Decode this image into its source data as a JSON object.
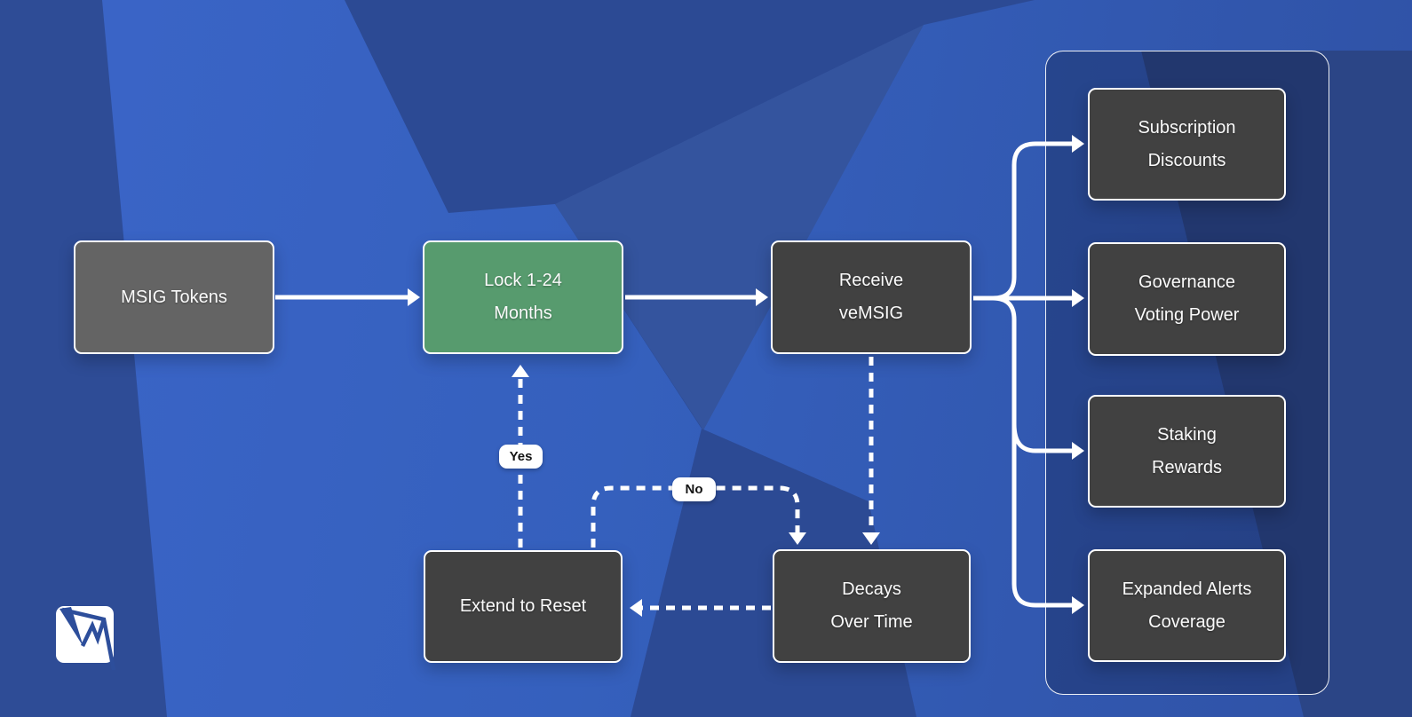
{
  "title": "veMSIG token locking flow diagram",
  "nodes": {
    "msig": {
      "line1": "MSIG Tokens",
      "line2": ""
    },
    "lock": {
      "line1": "Lock 1-24",
      "line2": "Months"
    },
    "receive": {
      "line1": "Receive",
      "line2": "veMSIG"
    },
    "extend": {
      "line1": "Extend to Reset",
      "line2": ""
    },
    "decays": {
      "line1": "Decays",
      "line2": "Over Time"
    },
    "benefit1": {
      "line1": "Subscription",
      "line2": "Discounts"
    },
    "benefit2": {
      "line1": "Governance",
      "line2": "Voting Power"
    },
    "benefit3": {
      "line1": "Staking",
      "line2": "Rewards"
    },
    "benefit4": {
      "line1": "Expanded Alerts",
      "line2": "Coverage"
    }
  },
  "decision_labels": {
    "yes": "Yes",
    "no": "No"
  },
  "colors": {
    "box_dark": "#414141",
    "box_gray": "#646464",
    "box_green": "#579b6e",
    "canvas_blue": "#3560bd",
    "backdrop_dark_blue": "#2c4a94",
    "arrow_white": "#ffffff",
    "logo_blue": "#2d4e9b"
  },
  "icons": {
    "logo": "msig-lightning-logo"
  }
}
